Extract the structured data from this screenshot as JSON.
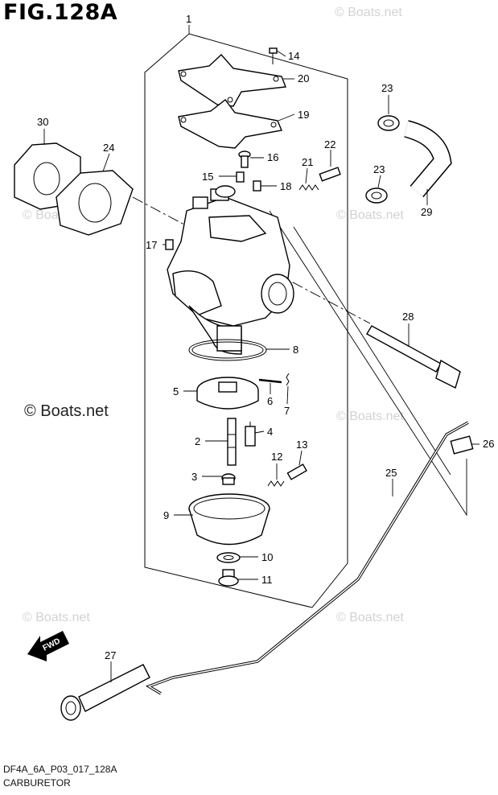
{
  "figure_title": "FIG.128A",
  "watermark": "© Boats.net",
  "side_watermark": "© Boats.net",
  "footer": {
    "code": "DF4A_6A_P03_017_128A",
    "name": "CARBURETOR"
  },
  "fwd_label": "FWD",
  "callouts": [
    "1",
    "2",
    "3",
    "4",
    "5",
    "6",
    "7",
    "8",
    "9",
    "10",
    "11",
    "12",
    "13",
    "14",
    "15",
    "16",
    "17",
    "18",
    "19",
    "20",
    "21",
    "22",
    "23",
    "23",
    "24",
    "25",
    "26",
    "27",
    "28",
    "29",
    "30"
  ]
}
